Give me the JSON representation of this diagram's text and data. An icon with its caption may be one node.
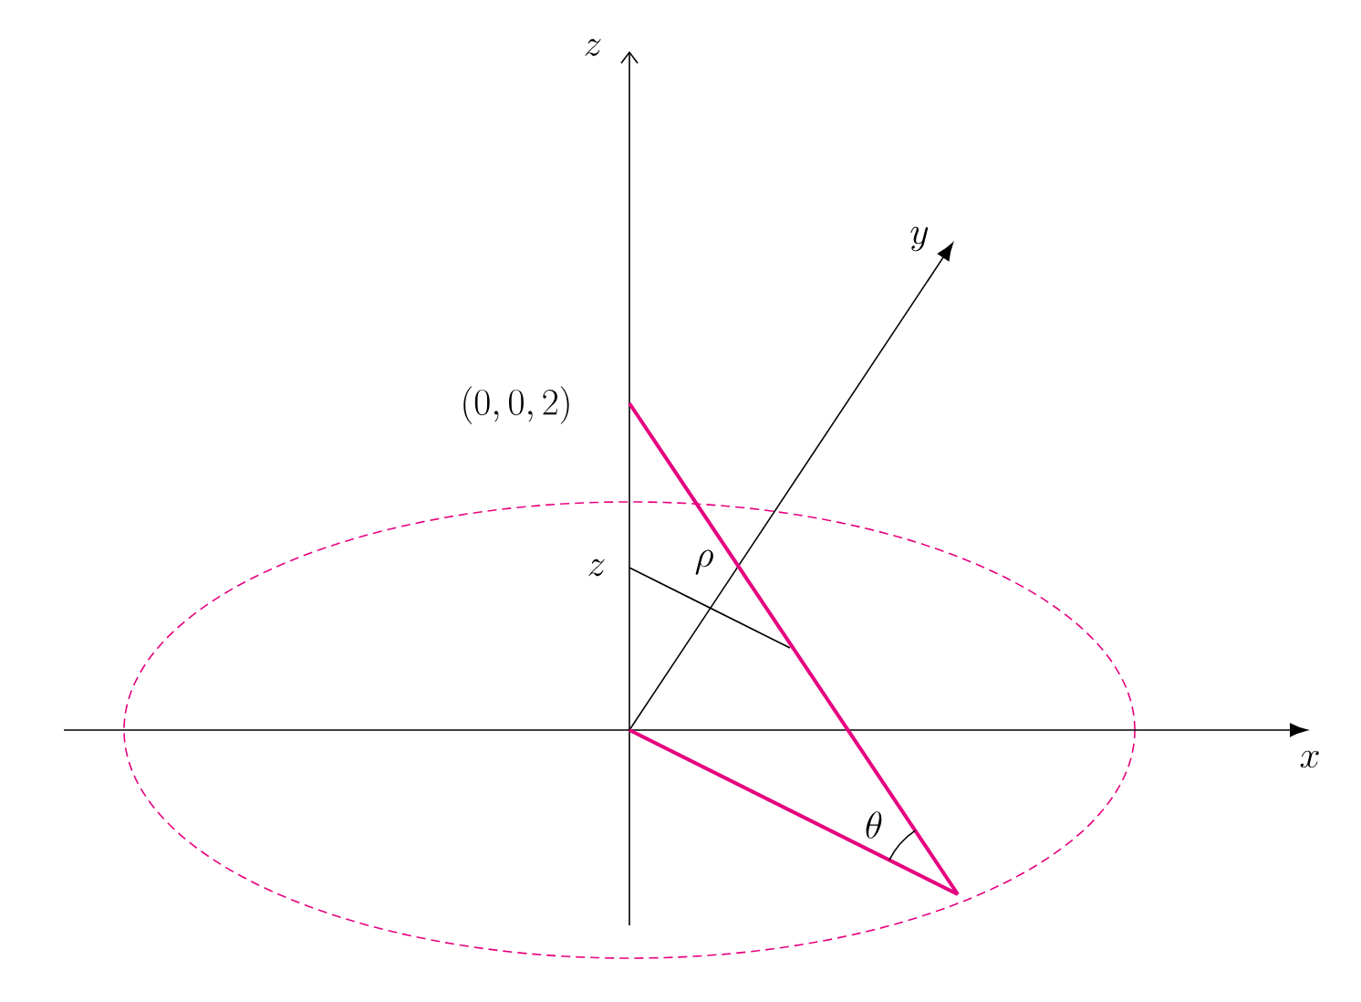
{
  "diagram": {
    "labels": [
      "z",
      "y",
      "x",
      "(0,0,2)",
      "z",
      "\\rho",
      "\\theta"
    ]
  }
}
